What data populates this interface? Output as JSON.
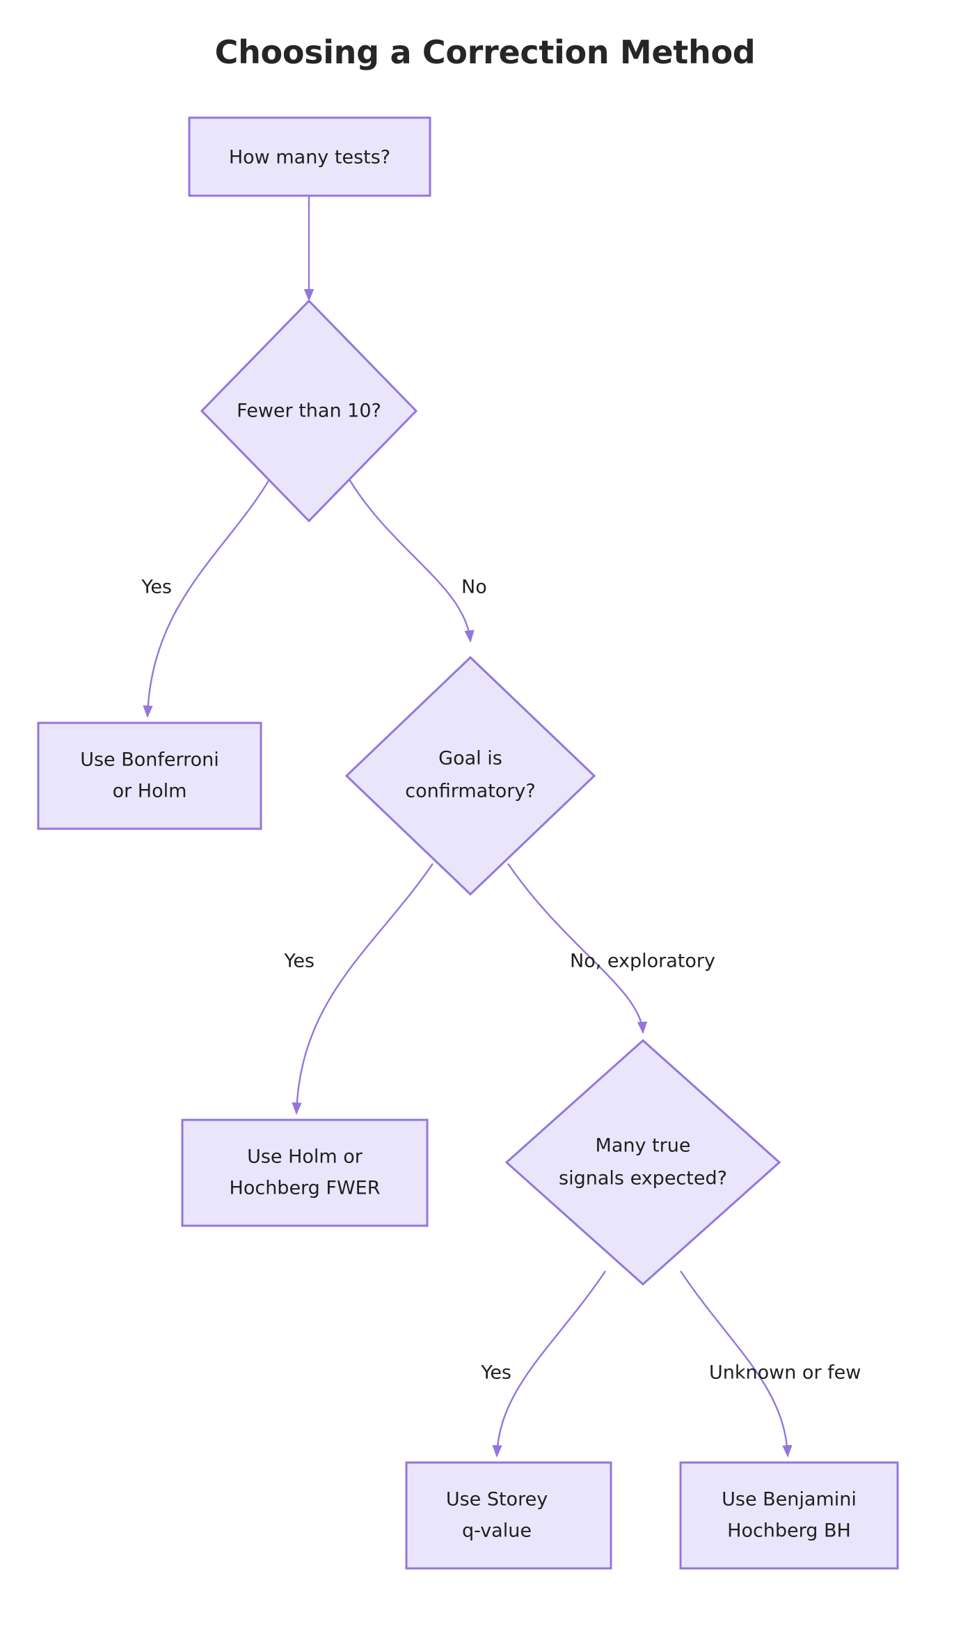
{
  "title": "Choosing a Correction Method",
  "theme": {
    "background": "#ffffff",
    "node_fill": "#e9e6fb",
    "node_stroke": "#9575dd",
    "edge_stroke": "#9575dd",
    "text_color": "#1f1f1f",
    "title_color": "#262626"
  },
  "chart_data": {
    "type": "diagram",
    "diagram_type": "flowchart",
    "orientation": "top-down",
    "title": "Choosing a Correction Method",
    "nodes": [
      {
        "id": "n1",
        "shape": "rectangle",
        "lines": [
          "How many tests?"
        ]
      },
      {
        "id": "n2",
        "shape": "diamond",
        "lines": [
          "Fewer than 10?"
        ]
      },
      {
        "id": "n3",
        "shape": "rectangle",
        "lines": [
          "Use Bonferroni",
          "or Holm"
        ]
      },
      {
        "id": "n4",
        "shape": "diamond",
        "lines": [
          "Goal is",
          "confirmatory?"
        ]
      },
      {
        "id": "n5",
        "shape": "rectangle",
        "lines": [
          "Use Holm or",
          "Hochberg FWER"
        ]
      },
      {
        "id": "n6",
        "shape": "diamond",
        "lines": [
          "Many true",
          "signals expected?"
        ]
      },
      {
        "id": "n7",
        "shape": "rectangle",
        "lines": [
          "Use Storey",
          "q-value"
        ]
      },
      {
        "id": "n8",
        "shape": "rectangle",
        "lines": [
          "Use Benjamini",
          "Hochberg BH"
        ]
      }
    ],
    "edges": [
      {
        "from": "n1",
        "to": "n2",
        "label": ""
      },
      {
        "from": "n2",
        "to": "n3",
        "label": "Yes"
      },
      {
        "from": "n2",
        "to": "n4",
        "label": "No"
      },
      {
        "from": "n4",
        "to": "n5",
        "label": "Yes"
      },
      {
        "from": "n4",
        "to": "n6",
        "label": "No, exploratory"
      },
      {
        "from": "n6",
        "to": "n7",
        "label": "Yes"
      },
      {
        "from": "n6",
        "to": "n8",
        "label": "Unknown or few"
      }
    ]
  },
  "nodes": {
    "n1": {
      "line1": "How many tests?"
    },
    "n2": {
      "line1": "Fewer than 10?"
    },
    "n3": {
      "line1": "Use Bonferroni",
      "line2": "or Holm"
    },
    "n4": {
      "line1": "Goal is",
      "line2": "confirmatory?"
    },
    "n5": {
      "line1": "Use Holm or",
      "line2": "Hochberg FWER"
    },
    "n6": {
      "line1": "Many true",
      "line2": "signals expected?"
    },
    "n7": {
      "line1": "Use Storey",
      "line2": "q-value"
    },
    "n8": {
      "line1": "Use Benjamini",
      "line2": "Hochberg BH"
    }
  },
  "edge_labels": {
    "e_n2_n3": "Yes",
    "e_n2_n4": "No",
    "e_n4_n5": "Yes",
    "e_n4_n6": "No, exploratory",
    "e_n6_n7": "Yes",
    "e_n6_n8": "Unknown or few"
  }
}
